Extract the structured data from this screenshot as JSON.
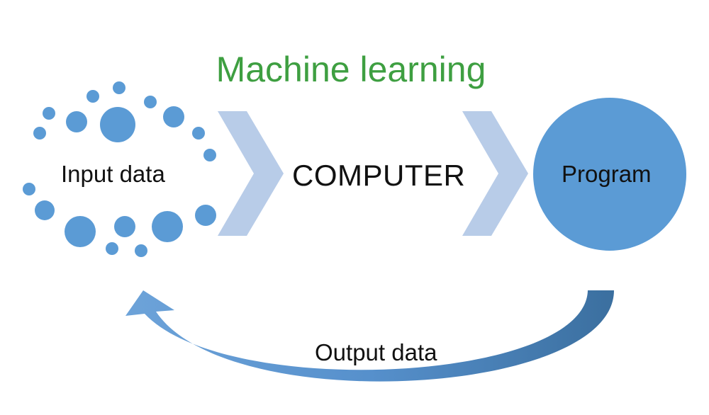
{
  "title": "Machine learning",
  "nodes": {
    "input": "Input data",
    "computer": "COMPUTER",
    "program": "Program",
    "output": "Output data"
  },
  "colors": {
    "title": "#3e9f41",
    "dots": "#5b9bd5",
    "chevrons": "#b8cce8",
    "program_circle": "#5b9bd5",
    "return_arrow": "#4f86c1"
  }
}
